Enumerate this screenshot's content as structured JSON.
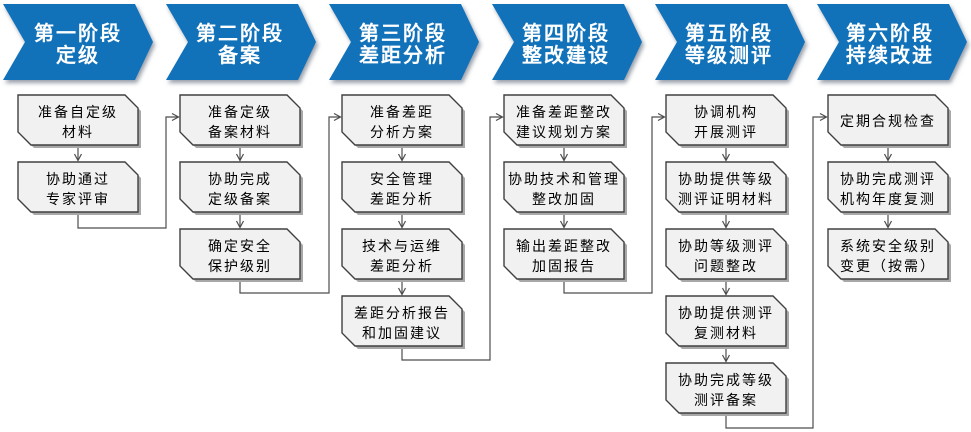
{
  "diagram_type": "process-flowchart",
  "colors": {
    "stage_blue": "#1171B9",
    "header_text": "#FFFFFF",
    "box_fill": "#F1F1F1",
    "box_border": "#404040",
    "box_shadow": "#A8A8A8",
    "connector": "#4D4D4D",
    "text": "#000000"
  },
  "stages": [
    {
      "title_line1": "第一阶段",
      "title_line2": "定级",
      "steps": [
        {
          "line1": "准备自定级",
          "line2": "材料"
        },
        {
          "line1": "协助通过",
          "line2": "专家评审"
        }
      ]
    },
    {
      "title_line1": "第二阶段",
      "title_line2": "备案",
      "steps": [
        {
          "line1": "准备定级",
          "line2": "备案材料"
        },
        {
          "line1": "协助完成",
          "line2": "定级备案"
        },
        {
          "line1": "确定安全",
          "line2": "保护级别"
        }
      ]
    },
    {
      "title_line1": "第三阶段",
      "title_line2": "差距分析",
      "steps": [
        {
          "line1": "准备差距",
          "line2": "分析方案"
        },
        {
          "line1": "安全管理",
          "line2": "差距分析"
        },
        {
          "line1": "技术与运维",
          "line2": "差距分析"
        },
        {
          "line1": "差距分析报告",
          "line2": "和加固建议"
        }
      ]
    },
    {
      "title_line1": "第四阶段",
      "title_line2": "整改建设",
      "steps": [
        {
          "line1": "准备差距整改",
          "line2": "建议规划方案"
        },
        {
          "line1": "协助技术和管理",
          "line2": "整改加固"
        },
        {
          "line1": "输出差距整改",
          "line2": "加固报告"
        }
      ]
    },
    {
      "title_line1": "第五阶段",
      "title_line2": "等级测评",
      "steps": [
        {
          "line1": "协调机构",
          "line2": "开展测评"
        },
        {
          "line1": "协助提供等级",
          "line2": "测评证明材料"
        },
        {
          "line1": "协助等级测评",
          "line2": "问题整改"
        },
        {
          "line1": "协助提供测评",
          "line2": "复测材料"
        },
        {
          "line1": "协助完成等级",
          "line2": "测评备案"
        }
      ]
    },
    {
      "title_line1": "第六阶段",
      "title_line2": "持续改进",
      "steps": [
        {
          "line1": "定期合规检查",
          "line2": ""
        },
        {
          "line1": "协助完成测评",
          "line2": "机构年度复测"
        },
        {
          "line1": "系统安全级别",
          "line2": "变更（按需）"
        }
      ]
    }
  ]
}
